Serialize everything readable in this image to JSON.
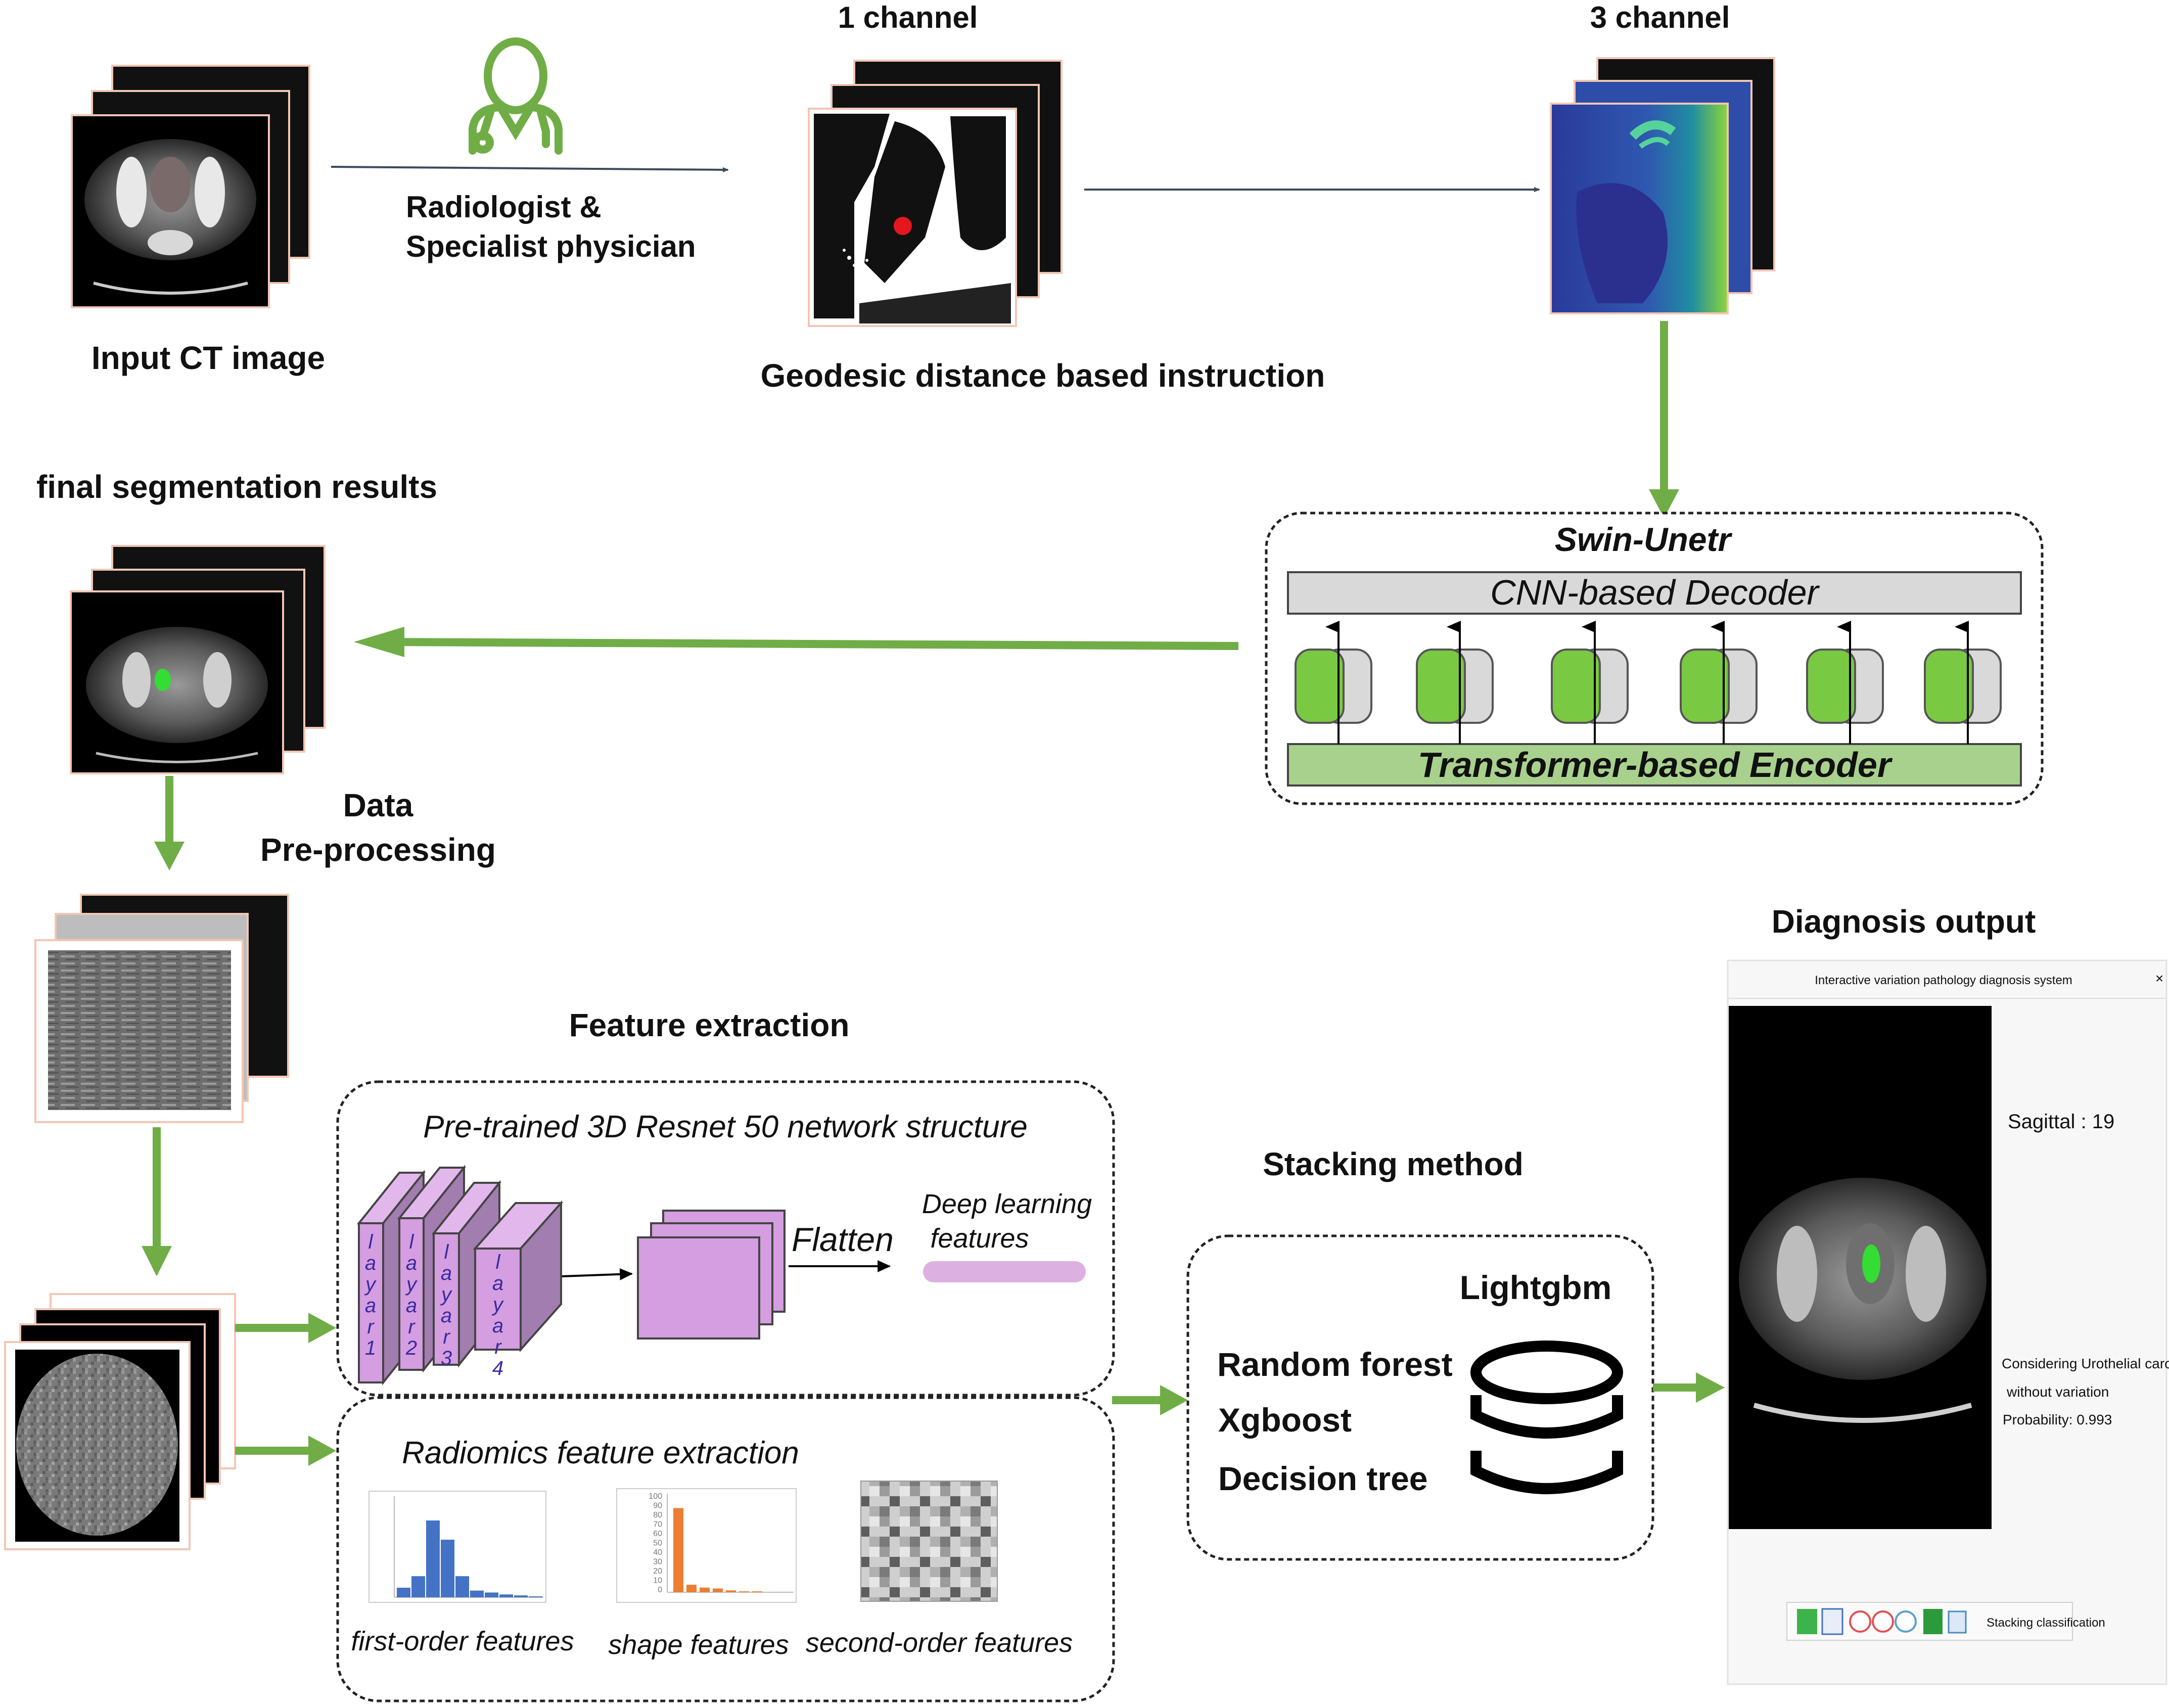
{
  "labels": {
    "input_ct": "Input CT image",
    "radiologist_1": "Radiologist &",
    "radiologist_2": "Specialist physician",
    "one_channel": "1 channel",
    "three_channel": "3 channel",
    "geodesic": "Geodesic distance based instruction",
    "final_seg": "final segmentation results",
    "data_pre_1": "Data",
    "data_pre_2": "Pre-processing",
    "feature_extraction": "Feature extraction",
    "stacking_method": "Stacking method",
    "diagnosis_output": "Diagnosis output"
  },
  "swin": {
    "title": "Swin-Unetr",
    "decoder": "CNN-based Decoder",
    "encoder": "Transformer-based Encoder"
  },
  "resnet": {
    "title": "Pre-trained 3D Resnet 50  network structure",
    "layers": [
      "layar1",
      "layar2",
      "layar3",
      "layar4"
    ],
    "flatten": "Flatten",
    "deep_1": "Deep learning",
    "deep_2": "features"
  },
  "radiomics": {
    "title": "Radiomics feature extraction",
    "first_order": "first-order features",
    "shape": "shape features",
    "second_order": "second-order features",
    "shape_ticks": [
      "100",
      "90",
      "80",
      "70",
      "60",
      "50",
      "40",
      "30",
      "20",
      "10",
      "0"
    ]
  },
  "stacking": {
    "lightgbm": "Lightgbm",
    "random_forest": "Random forest",
    "xgboost": "Xgboost",
    "decision_tree": "Decision tree"
  },
  "diagnosis_window": {
    "title": "Interactive variation pathology diagnosis system",
    "close": "×",
    "sagittal": "Sagittal : 19",
    "result_1": "Considering Urothelial carcinoma",
    "result_2": "without variation",
    "probability": "Probability: 0.993",
    "button": "Stacking classification"
  },
  "colors": {
    "green_arrow": "#70ad47",
    "encoder_fill": "#a9d18e",
    "decoder_fill": "#d9d9d9",
    "block_green": "#7ac943",
    "purple": "#cc99dd",
    "bar_blue": "#4472c4",
    "bar_orange": "#ed7d31",
    "ui_green": "#3cb44b"
  }
}
